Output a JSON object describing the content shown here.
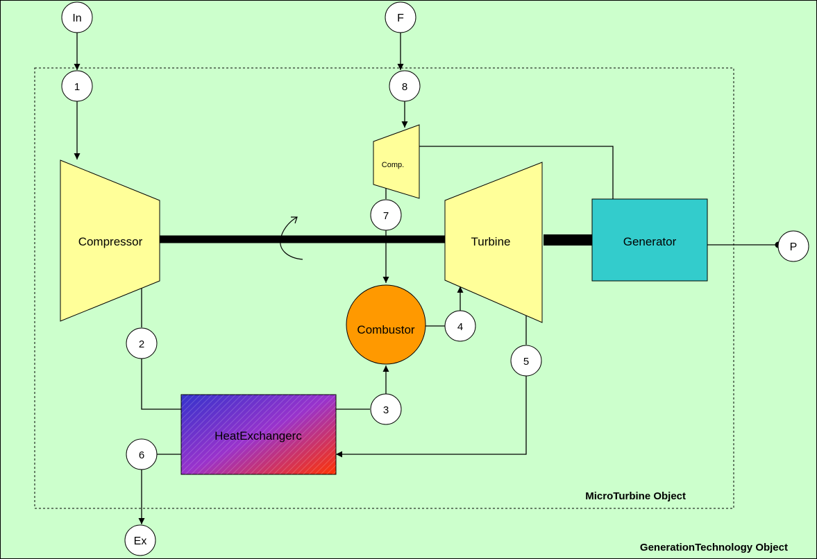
{
  "colors": {
    "background": "#ccffcc",
    "machine_fill": "#ffff99",
    "generator_fill": "#33cccc",
    "combustor_fill": "#ff9900",
    "hx_gradient_start": "#3333cc",
    "hx_gradient_mid": "#9933cc",
    "hx_gradient_end": "#ff3300",
    "line": "#000000",
    "node_fill": "#ffffff"
  },
  "components": {
    "compressor": "Compressor",
    "turbine": "Turbine",
    "generator": "Generator",
    "combustor": "Combustor",
    "fuel_compressor": "Comp.",
    "heat_exchanger": "HeatExchangerc"
  },
  "external_nodes": {
    "inlet": "In",
    "fuel": "F",
    "power": "P",
    "exhaust": "Ex"
  },
  "state_points": [
    "1",
    "2",
    "3",
    "4",
    "5",
    "6",
    "7",
    "8"
  ],
  "boundaries": {
    "inner": "MicroTurbine Object",
    "outer": "GenerationTechnology Object"
  },
  "icons": {
    "shaft_rotation": "curved-rotation-arrow-icon"
  }
}
